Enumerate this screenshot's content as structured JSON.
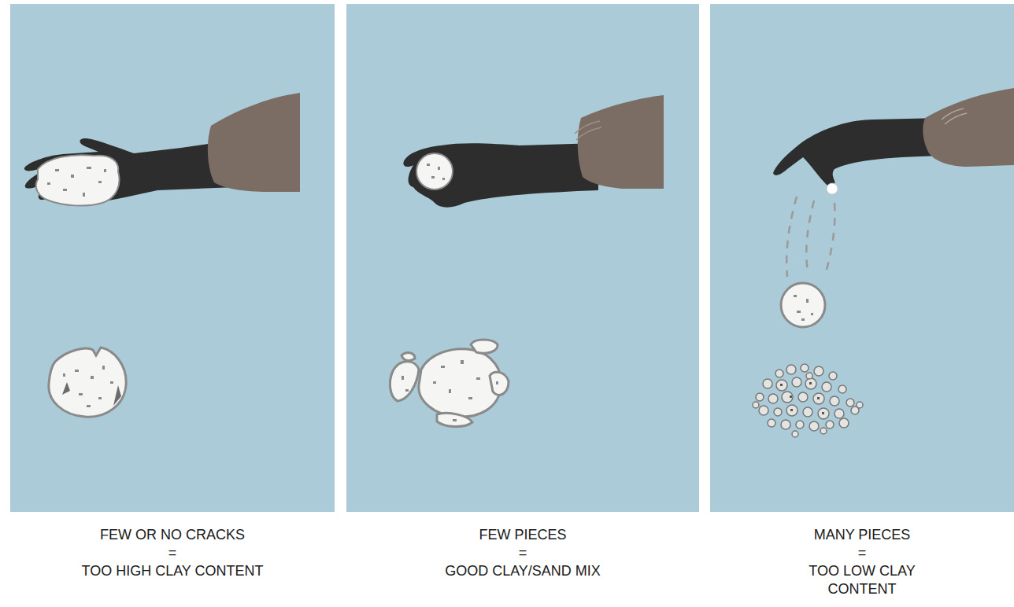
{
  "diagram": {
    "labels": [
      "FEW OR NO CRACKS",
      "=",
      "TOO HIGH CLAY CONTENT",
      "FEW PIECES",
      "=",
      "GOOD CLAY/SAND MIX",
      "MANY PIECES",
      "=",
      "TOO LOW CLAY CONTENT"
    ]
  }
}
